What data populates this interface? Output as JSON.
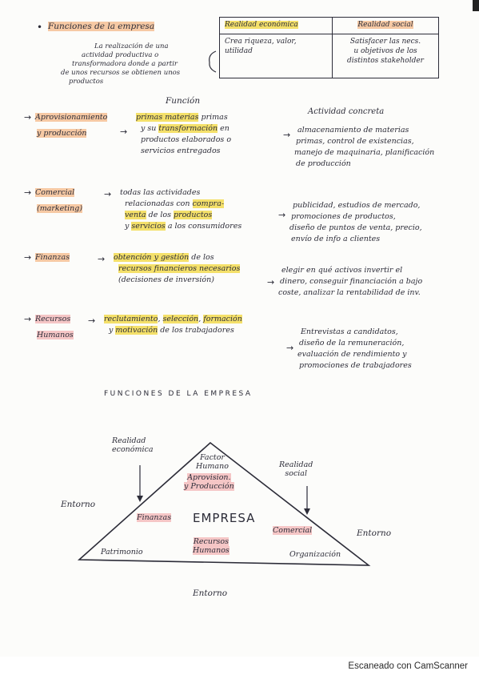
{
  "header": {
    "bullet": "•",
    "title": "Funciones de la empresa",
    "definition": [
      "La realización de una",
      "actividad productiva o",
      "transformadora donde a partir",
      "de unos recursos se obtienen unos",
      "productos"
    ]
  },
  "summary_table": {
    "col1_header": "Realidad económica",
    "col2_header": "Realidad social",
    "col1_body": [
      "Crea riqueza, valor,",
      "utilidad"
    ],
    "col2_body": [
      "Satisfacer las necs.",
      "u objetivos de los",
      "distintos stakeholder"
    ]
  },
  "columns": {
    "funcion": "Función",
    "actividad": "Actividad concreta"
  },
  "rows": [
    {
      "name": [
        "Aprovisionamiento",
        "y producción"
      ],
      "funcion": [
        [
          {
            "t": "primas materias",
            "h": "y"
          },
          {
            "t": " primas"
          }
        ],
        [
          {
            "t": "y su "
          },
          {
            "t": "transformación",
            "h": "y"
          },
          {
            "t": " en"
          }
        ],
        [
          {
            "t": "productos elaborados o"
          }
        ],
        [
          {
            "t": "servicios entregados"
          }
        ]
      ],
      "actividad": [
        "almacenamiento de materias",
        "primas, control de existencias,",
        "manejo de maquinaria, planificación",
        "de producción"
      ]
    },
    {
      "name": [
        "Comercial",
        "(marketing)"
      ],
      "funcion": [
        [
          {
            "t": "todas las actividades"
          }
        ],
        [
          {
            "t": "relacionadas con "
          },
          {
            "t": "compra-",
            "h": "y"
          }
        ],
        [
          {
            "t": "venta",
            "h": "y"
          },
          {
            "t": " de los "
          },
          {
            "t": "productos",
            "h": "y"
          }
        ],
        [
          {
            "t": "y "
          },
          {
            "t": "servicios",
            "h": "y"
          },
          {
            "t": " a los consumidores"
          }
        ]
      ],
      "actividad": [
        "publicidad, estudios de mercado,",
        "promociones de productos,",
        "diseño de puntos de venta, precio,",
        "envío de info a clientes"
      ]
    },
    {
      "name": [
        "Finanzas"
      ],
      "funcion": [
        [
          {
            "t": "obtención y gestión",
            "h": "y"
          },
          {
            "t": " de los"
          }
        ],
        [
          {
            "t": "recursos financieros necesarios",
            "h": "y"
          }
        ],
        [
          {
            "t": "(decisiones de inversión)"
          }
        ]
      ],
      "actividad": [
        "elegir en qué activos invertir el",
        "dinero, conseguir financiación a bajo",
        "coste, analizar la rentabilidad de inv."
      ]
    },
    {
      "name": [
        "Recursos",
        "Humanos"
      ],
      "funcion": [
        [
          {
            "t": "reclutamiento",
            "h": "y"
          },
          {
            "t": ", "
          },
          {
            "t": "selección",
            "h": "y"
          },
          {
            "t": ", "
          },
          {
            "t": "formación",
            "h": "y"
          }
        ],
        [
          {
            "t": "y "
          },
          {
            "t": "motivación",
            "h": "y"
          },
          {
            "t": " de los trabajadores"
          }
        ]
      ],
      "actividad": [
        "Entrevistas a candidatos,",
        "diseño de la remuneración,",
        "evaluación de rendimiento y",
        "promociones de trabajadores"
      ]
    }
  ],
  "diagram": {
    "section_title": "FUNCIONES DE LA EMPRESA",
    "center": "EMPRESA",
    "factor": [
      "Factor",
      "Humano"
    ],
    "aprov": [
      "Aprovision.",
      "y Producción"
    ],
    "finanzas": "Finanzas",
    "comercial": "Comercial",
    "rrhh": [
      "Recursos",
      "Humanos"
    ],
    "patrimonio": "Patrimonio",
    "organizacion": "Organización",
    "realidad_economica": [
      "Realidad",
      "económica"
    ],
    "realidad_social": [
      "Realidad",
      "social"
    ],
    "entorno_left": "Entorno",
    "entorno_right": "Entorno",
    "entorno_bottom": "Entorno"
  },
  "footer": {
    "scanner": "Escaneado con CamScanner"
  }
}
